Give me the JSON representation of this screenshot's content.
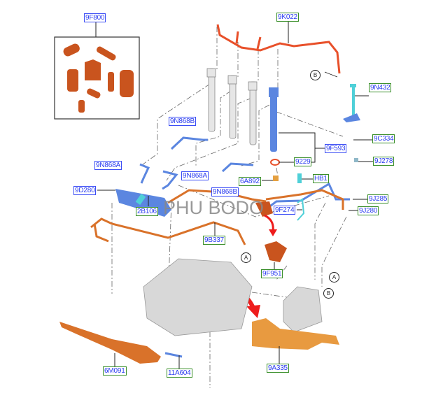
{
  "labels": {
    "9F800": "9F800",
    "9K022": "9K022",
    "9N432": "9N432",
    "9C334": "9C334",
    "9F593": "9F593",
    "9229": "9229",
    "9J278": "9J278",
    "HB1": "HB1",
    "6A892": "6A892",
    "9N868B_top": "9N868B",
    "9N868A_left": "9N868A",
    "9N868A_mid": "9N868A",
    "9N868B_low": "9N868B",
    "9D280": "9D280",
    "9J285": "9J285",
    "2B106": "2B106",
    "9F274": "9F274",
    "9J280": "9J280",
    "9B337": "9B337",
    "9F951": "9F951",
    "6M091": "6M091",
    "11A604": "11A604",
    "9A335": "9A335"
  },
  "callouts": {
    "b1": "B",
    "a1": "A",
    "a2": "A",
    "b2": "B"
  },
  "watermark": "PHU BODO",
  "colors": {
    "blue_label": "#3b4df5",
    "green_label": "#3a8f2a",
    "orange_part": "#d9722a",
    "red_part": "#e8502a",
    "blue_part": "#5b86e0",
    "cyan_part": "#4fd0d8",
    "arrow": "#ee1c1c"
  }
}
